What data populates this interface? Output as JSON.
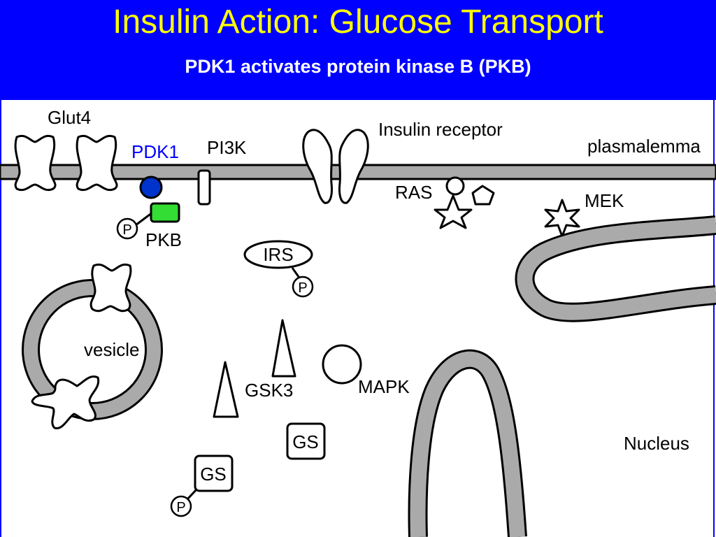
{
  "slide": {
    "title": "Insulin Action: Glucose Transport",
    "subtitle": "PDK1 activates protein kinase B (PKB)"
  },
  "diagram": {
    "labels": {
      "glut4": "Glut4",
      "pdk1": "PDK1",
      "pi3k": "PI3K",
      "insulin_receptor": "Insulin receptor",
      "plasmalemma": "plasmalemma",
      "ras": "RAS",
      "mek": "MEK",
      "pkb": "PKB",
      "irs": "IRS",
      "vesicle": "vesicle",
      "gsk3": "GSK3",
      "mapk": "MAPK",
      "gs_active": "GS",
      "gs_phosphorylated": "GS",
      "nucleus": "Nucleus",
      "phospho_pkb": "P",
      "phospho_irs": "P",
      "phospho_gs": "P"
    },
    "colors": {
      "header_bg": "#0000ff",
      "title": "#ffff00",
      "subtitle": "#ffffff",
      "membrane": "#aaaaaa",
      "pdk1": "#0033cc",
      "pdk1_label": "#0000ff",
      "pkb": "#33dd33"
    }
  }
}
